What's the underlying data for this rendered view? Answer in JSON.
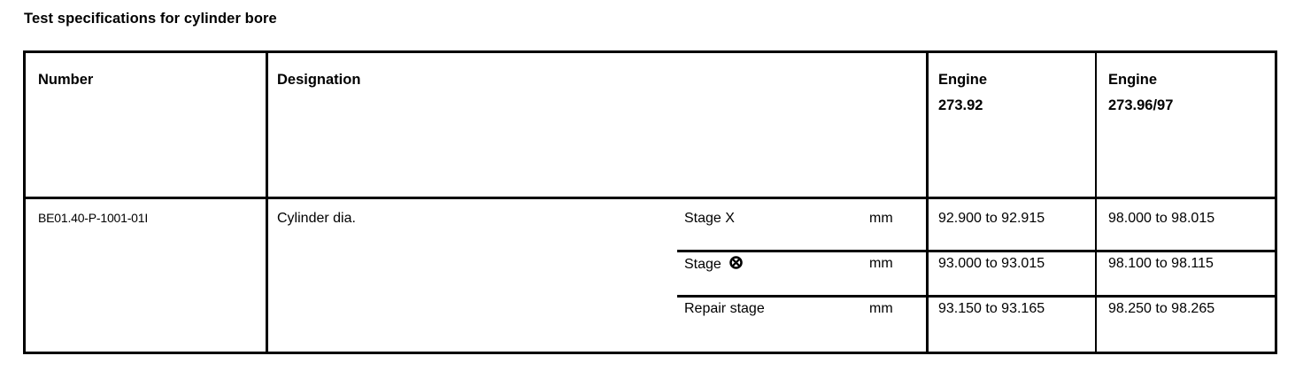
{
  "document": {
    "title": "Test specifications for cylinder bore"
  },
  "table": {
    "headers": {
      "number": "Number",
      "designation": "Designation",
      "engine_1_line_1": "Engine",
      "engine_1_line_2": "273.92",
      "engine_2_line_1": "Engine",
      "engine_2_line_2": "273.96/97"
    },
    "rows": [
      {
        "number": "BE01.40-P-1001-01I",
        "designation": "Cylinder dia.",
        "stages": [
          {
            "label": "Stage X",
            "symbol": "",
            "unit": "mm",
            "engine_273_92": "92.900 to 92.915",
            "engine_273_96_97": "98.000 to 98.015"
          },
          {
            "label": "Stage",
            "symbol": "circle-x-icon",
            "unit": "mm",
            "engine_273_92": "93.000 to 93.015",
            "engine_273_96_97": "98.100 to 98.115"
          },
          {
            "label": "Repair stage",
            "symbol": "",
            "unit": "mm",
            "engine_273_92": "93.150 to 93.165",
            "engine_273_96_97": "98.250 to 98.265"
          }
        ]
      }
    ]
  },
  "colors": {
    "text": "#000000",
    "background": "#ffffff",
    "rule": "#000000"
  }
}
